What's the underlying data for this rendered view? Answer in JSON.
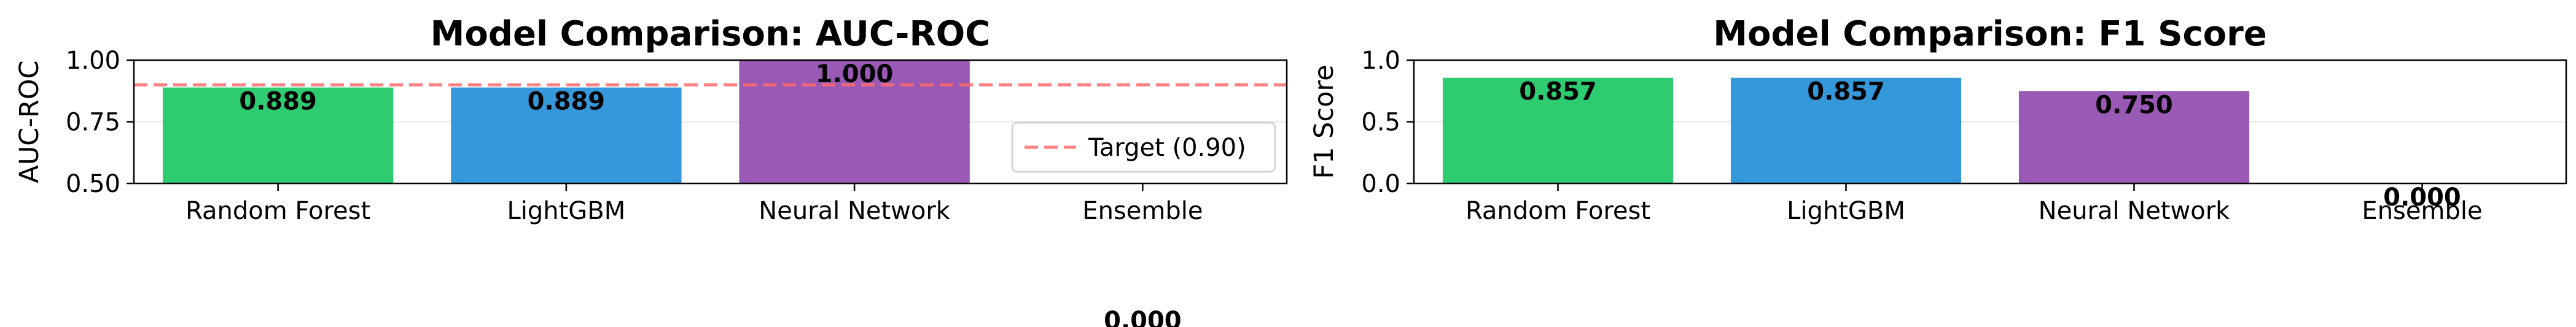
{
  "chart_data": [
    {
      "type": "bar",
      "title": "Model Comparison: AUC-ROC",
      "xlabel": "",
      "ylabel": "AUC-ROC",
      "categories": [
        "Random Forest",
        "LightGBM",
        "Neural Network",
        "Ensemble"
      ],
      "values": [
        0.889,
        0.889,
        1.0,
        0.0
      ],
      "value_labels": [
        "0.889",
        "0.889",
        "1.000",
        "0.000"
      ],
      "colors": [
        "#2ecc71",
        "#3498db",
        "#9b59b6",
        "#e67e22"
      ],
      "ylim": [
        0.5,
        1.0
      ],
      "yticks": [
        0.5,
        0.75,
        1.0
      ],
      "ytick_labels": [
        "0.50",
        "0.75",
        "1.00"
      ],
      "grid": true,
      "reference_line": {
        "value": 0.9,
        "label": "Target (0.90)",
        "color": "#ff6b6b",
        "style": "dashed"
      },
      "legend_position": "lower-right"
    },
    {
      "type": "bar",
      "title": "Model Comparison: F1 Score",
      "xlabel": "",
      "ylabel": "F1 Score",
      "categories": [
        "Random Forest",
        "LightGBM",
        "Neural Network",
        "Ensemble"
      ],
      "values": [
        0.857,
        0.857,
        0.75,
        0.0
      ],
      "value_labels": [
        "0.857",
        "0.857",
        "0.750",
        "0.000"
      ],
      "colors": [
        "#2ecc71",
        "#3498db",
        "#9b59b6",
        "#e67e22"
      ],
      "ylim": [
        0.0,
        1.0
      ],
      "yticks": [
        0.0,
        0.5,
        1.0
      ],
      "ytick_labels": [
        "0.0",
        "0.5",
        "1.0"
      ],
      "grid": true
    }
  ]
}
